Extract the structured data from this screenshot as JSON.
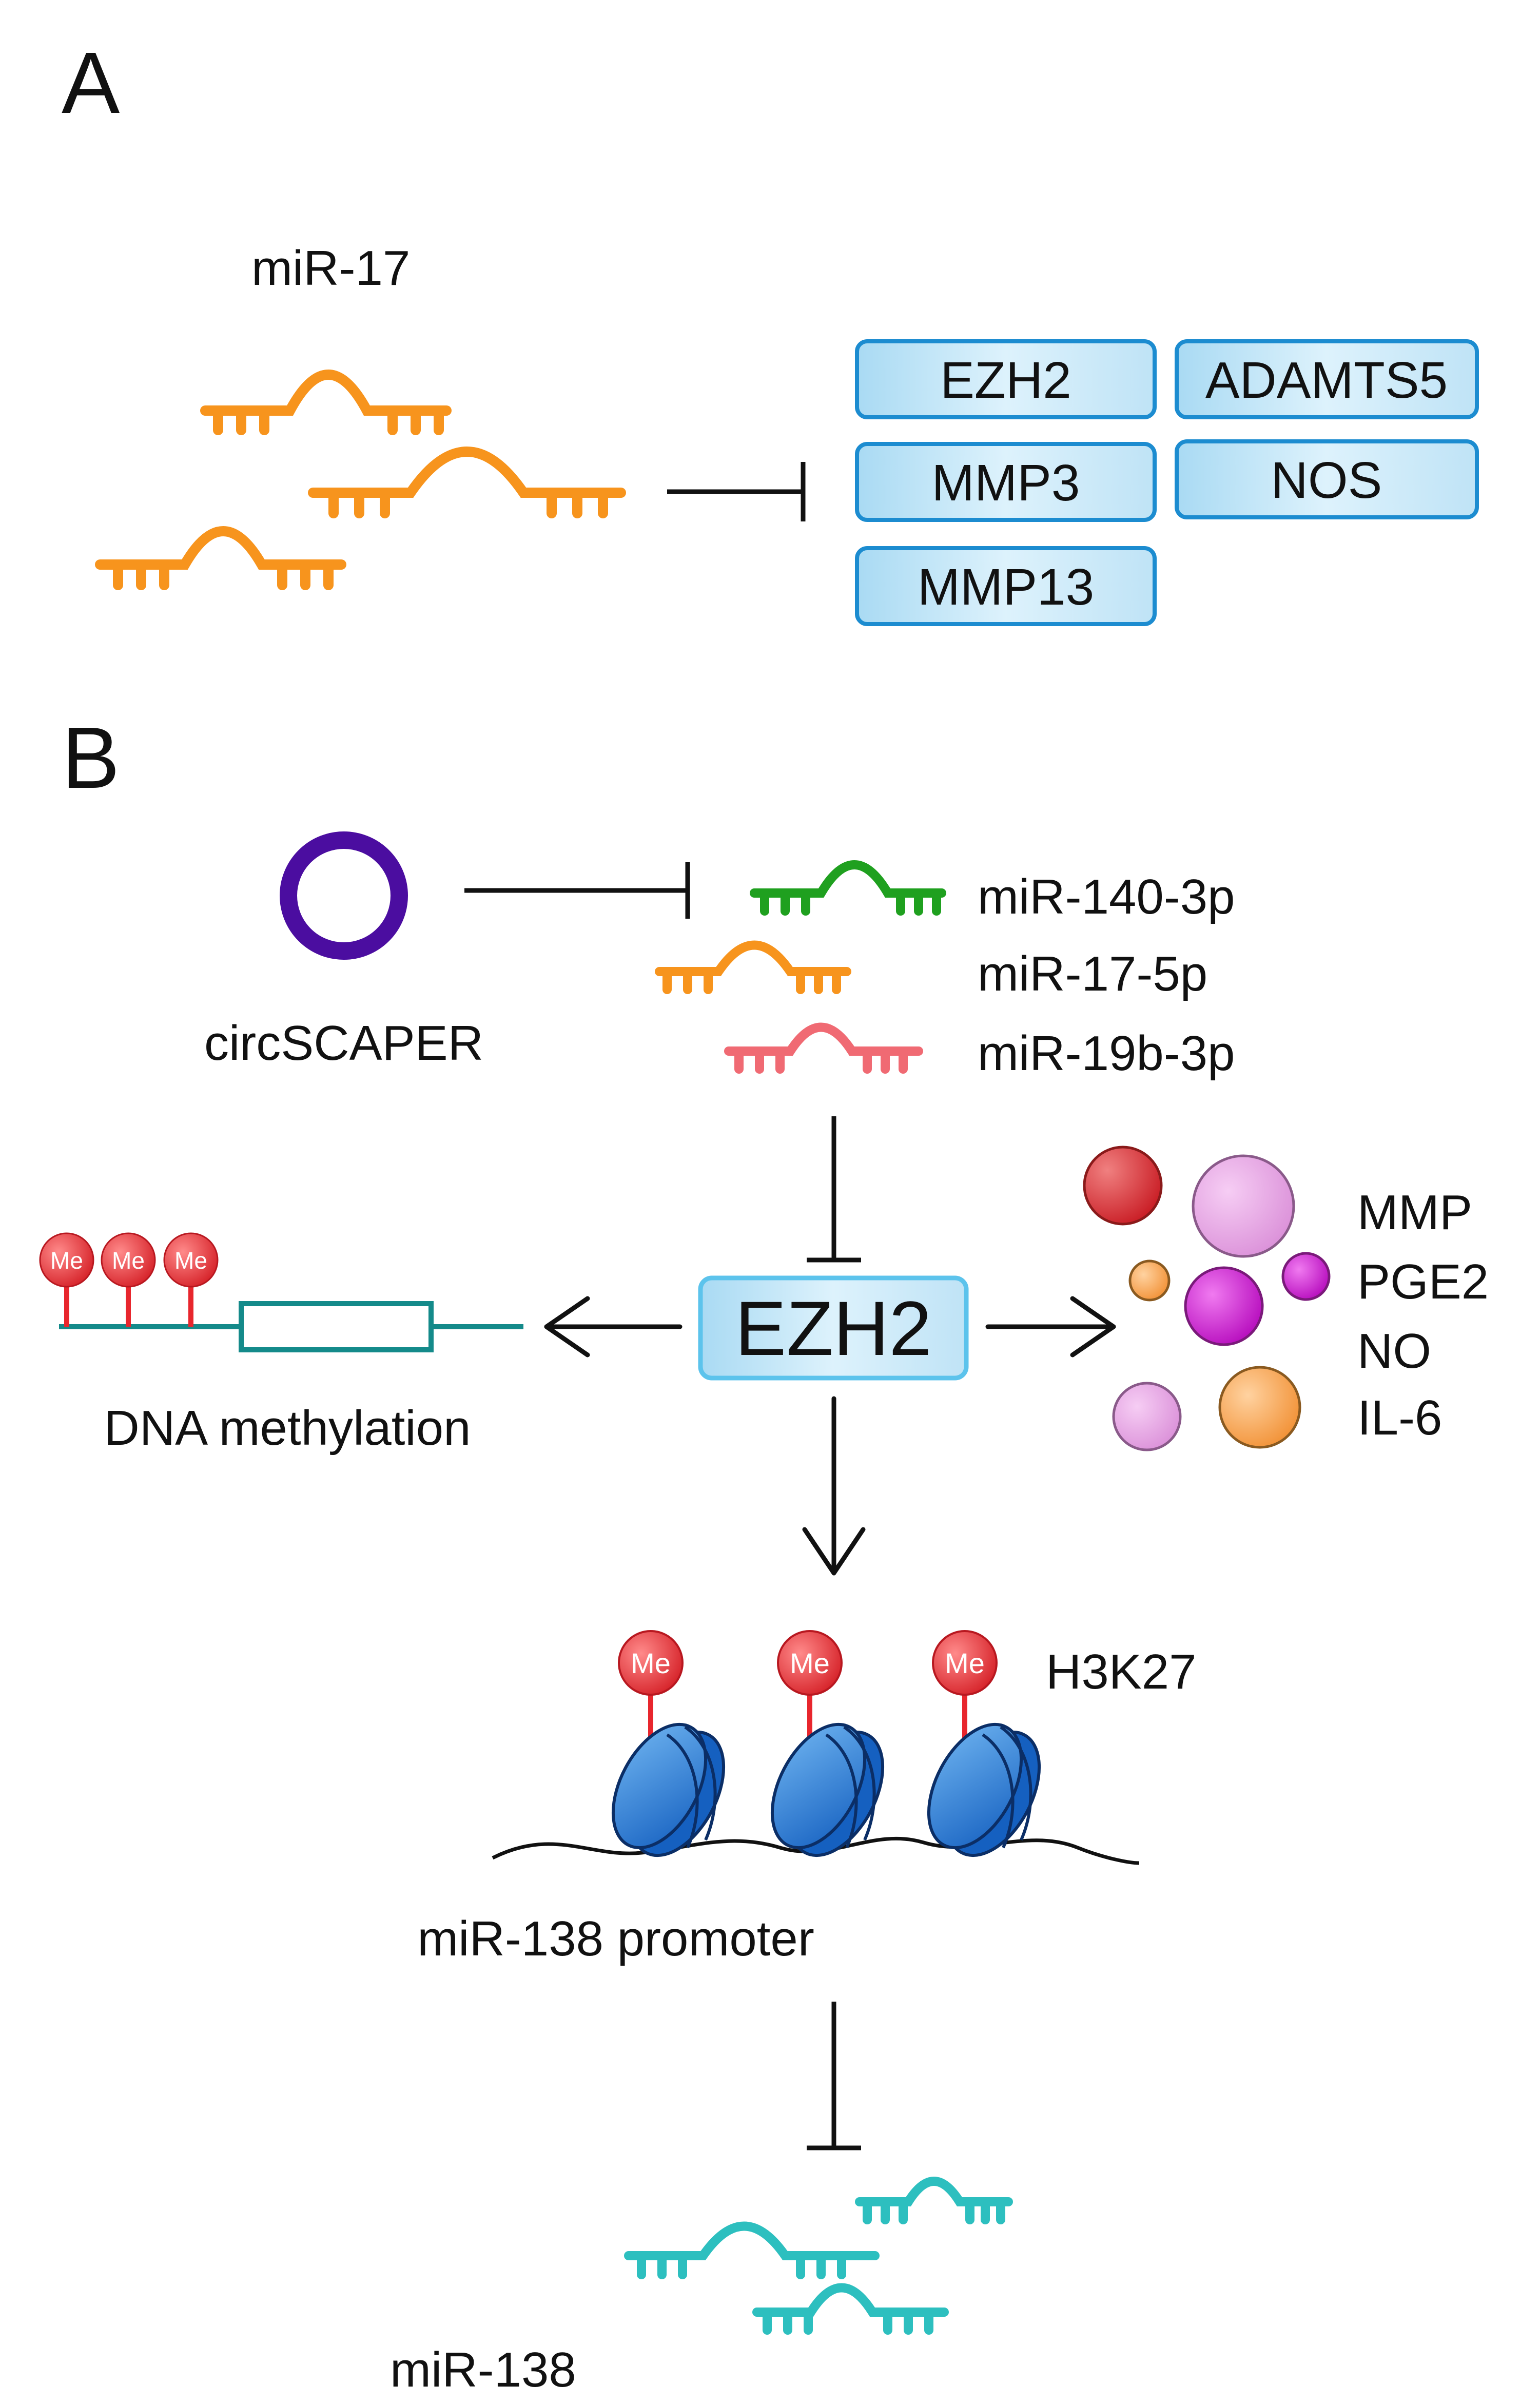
{
  "panel_a": {
    "letter": "A",
    "mirna_label": "miR-17",
    "targets": [
      "EZH2",
      "ADAMTS5",
      "MMP3",
      "NOS",
      "MMP13"
    ]
  },
  "panel_b": {
    "letter": "B",
    "circ_label": "circSCAPER",
    "mirnas": [
      "miR-140-3p",
      "miR-17-5p",
      "miR-19b-3p"
    ],
    "center": "EZH2",
    "dna_methylation_label": "DNA methylation",
    "me_mark": "Me",
    "factors": [
      "MMP",
      "PGE2",
      "NO",
      "IL-6"
    ],
    "histone_label": "H3K27",
    "promoter_label": "miR-138 promoter",
    "product_label": "miR-138"
  },
  "colors": {
    "orange": "#F7941D",
    "green": "#1FA01F",
    "pink": "#F06A73",
    "teal": "#2DBFBF",
    "purple": "#4B0DA0",
    "box_border": "#1C8CD0",
    "box_fill": "#CDEBFA",
    "dna_teal": "#148A8A",
    "me_red": "#E8262D",
    "nucleosome": "#1E78D2"
  }
}
